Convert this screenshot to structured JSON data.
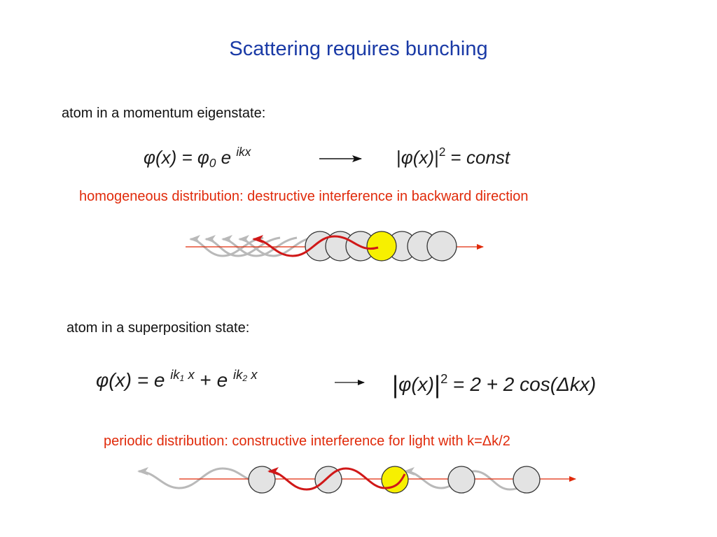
{
  "slide": {
    "title": "Scattering requires bunching",
    "section1": {
      "label": "atom in a momentum eigenstate:",
      "equation_left": {
        "phi": "φ",
        "arg": "(x) = ",
        "phi0": "φ",
        "phi0_sub": "0",
        "e": " e ",
        "exp": "ikx"
      },
      "equation_right": {
        "bar_l": "|",
        "phi": "φ",
        "arg": "(x)",
        "bar_r": "|",
        "power": "2",
        "eq": "  =  ",
        "value": "const"
      },
      "note": "homogeneous distribution: destructive interference in backward direction"
    },
    "section2": {
      "label": "atom in a superposition state:",
      "equation_left": {
        "phi": "φ",
        "arg": "(x) =  ",
        "e1": "e ",
        "exp1_a": "ik",
        "exp1_sub": "1",
        "exp1_b": " x",
        "plus": "  +  ",
        "e2": "e ",
        "exp2_a": "ik",
        "exp2_sub": "2",
        "exp2_b": " x"
      },
      "equation_right": {
        "bar_l": "|",
        "phi": "φ",
        "arg": "(x)",
        "bar_r": "|",
        "power": "2",
        "eq": "  =  ",
        "value": "2 + 2 cos(Δkx)"
      },
      "note": "periodic distribution: constructive interference for light with k=Δk/2"
    },
    "colors": {
      "title": "#1a3aa6",
      "note": "#e02a0a",
      "atom": "#e3e3e3",
      "atom_highlight": "#f7f000",
      "wave_red": "#d01818",
      "wave_gray": "#b9b9b9",
      "arrow_black": "#111111"
    }
  }
}
